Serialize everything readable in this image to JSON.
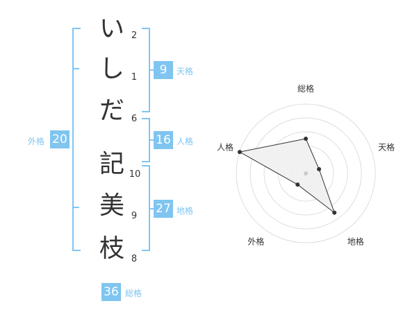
{
  "name": {
    "characters": [
      {
        "char": "い",
        "strokes": "2"
      },
      {
        "char": "し",
        "strokes": "1"
      },
      {
        "char": "だ",
        "strokes": "6"
      },
      {
        "char": "記",
        "strokes": "10"
      },
      {
        "char": "美",
        "strokes": "9"
      },
      {
        "char": "枝",
        "strokes": "8"
      }
    ]
  },
  "fortune": {
    "tenkaku": {
      "value": "9",
      "label": "天格"
    },
    "jinkaku": {
      "value": "16",
      "label": "人格"
    },
    "chikaku": {
      "value": "27",
      "label": "地格"
    },
    "gaikaku": {
      "value": "20",
      "label": "外格"
    },
    "soukaku": {
      "value": "36",
      "label": "総格"
    }
  },
  "chart_data": {
    "type": "radar",
    "axes": [
      "総格",
      "天格",
      "地格",
      "外格",
      "人格"
    ],
    "rmax": 5,
    "rings": 5,
    "values": [
      2.5,
      1,
      3.5,
      1,
      5
    ],
    "colors": {
      "fill": "#f0f0f0",
      "line": "#333333",
      "grid": "#dddddd",
      "center": "#cccccc"
    }
  },
  "colors": {
    "accent": "#7fc5f0"
  }
}
